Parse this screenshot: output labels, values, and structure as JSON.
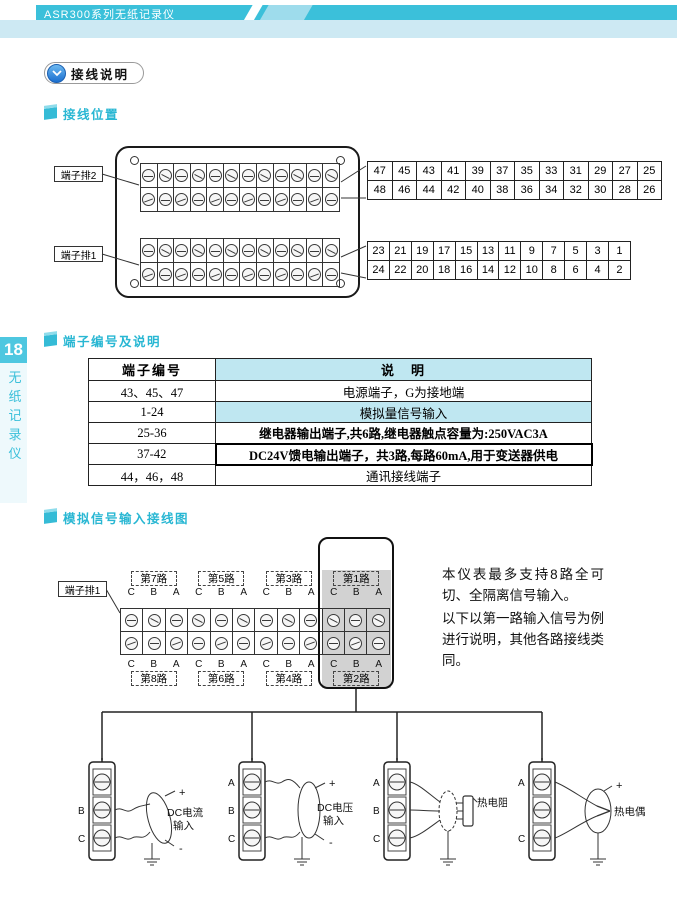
{
  "header": {
    "title": "ASR300系列无纸记录仪"
  },
  "sidebar": {
    "page_number": "18",
    "vertical_text": [
      "无",
      "纸",
      "记",
      "录",
      "仪"
    ]
  },
  "badge": {
    "label": "接线说明"
  },
  "sections": {
    "position": "接线位置",
    "numbering": "端子编号及说明",
    "analog": "模拟信号输入接线图"
  },
  "terminal_block": {
    "strip2_label": "端子排2",
    "strip1_label": "端子排1",
    "table_top": [
      [
        "47",
        "45",
        "43",
        "41",
        "39",
        "37",
        "35",
        "33",
        "31",
        "29",
        "27",
        "25"
      ],
      [
        "48",
        "46",
        "44",
        "42",
        "40",
        "38",
        "36",
        "34",
        "32",
        "30",
        "28",
        "26"
      ]
    ],
    "table_bottom": [
      [
        "23",
        "21",
        "19",
        "17",
        "15",
        "13",
        "11",
        "9",
        "7",
        "5",
        "3",
        "1"
      ],
      [
        "24",
        "22",
        "20",
        "18",
        "16",
        "14",
        "12",
        "10",
        "8",
        "6",
        "4",
        "2"
      ]
    ]
  },
  "desc_table": {
    "col1_header": "端子编号",
    "col2_header": "说　明",
    "rows": [
      {
        "num": "43、45、47",
        "desc": "电源端子，G为接地端"
      },
      {
        "num": "1-24",
        "desc": "模拟量信号输入"
      },
      {
        "num": "25-36",
        "desc": "继电器输出端子,共6路,继电器触点容量为:250VAC3A"
      },
      {
        "num": "37-42",
        "desc": "DC24V馈电输出端子，共3路,每路60mA,用于变送器供电"
      },
      {
        "num": "44，46，48",
        "desc": "通讯接线端子"
      }
    ]
  },
  "analog_diagram": {
    "strip_label": "端子排1",
    "top_channels": [
      "第7路",
      "第5路",
      "第3路",
      "第1路"
    ],
    "bottom_channels": [
      "第8路",
      "第6路",
      "第4路",
      "第2路"
    ],
    "terminal_letters": [
      "C",
      "B",
      "A"
    ],
    "note1": "本仪表最多支持8路全可切、全隔离信号输入。",
    "note2": "以下以第一路输入信号为例进行说明，其他各路接线类同。"
  },
  "wiring_examples": [
    {
      "name": "dc-current",
      "letters": [
        "B",
        "C"
      ],
      "label1": "DC电流",
      "label2": "输入",
      "plus": "+",
      "minus": "-"
    },
    {
      "name": "dc-voltage",
      "letters": [
        "A",
        "B",
        "C"
      ],
      "label1": "DC电压",
      "label2": "输入",
      "plus": "+",
      "minus": "-"
    },
    {
      "name": "rtd",
      "letters": [
        "A",
        "B",
        "C"
      ],
      "label1": "热电阻",
      "label2": "",
      "plus": "",
      "minus": ""
    },
    {
      "name": "thermocouple",
      "letters": [
        "A",
        "C"
      ],
      "label1": "热电偶",
      "label2": "",
      "plus": "+",
      "minus": ""
    }
  ]
}
